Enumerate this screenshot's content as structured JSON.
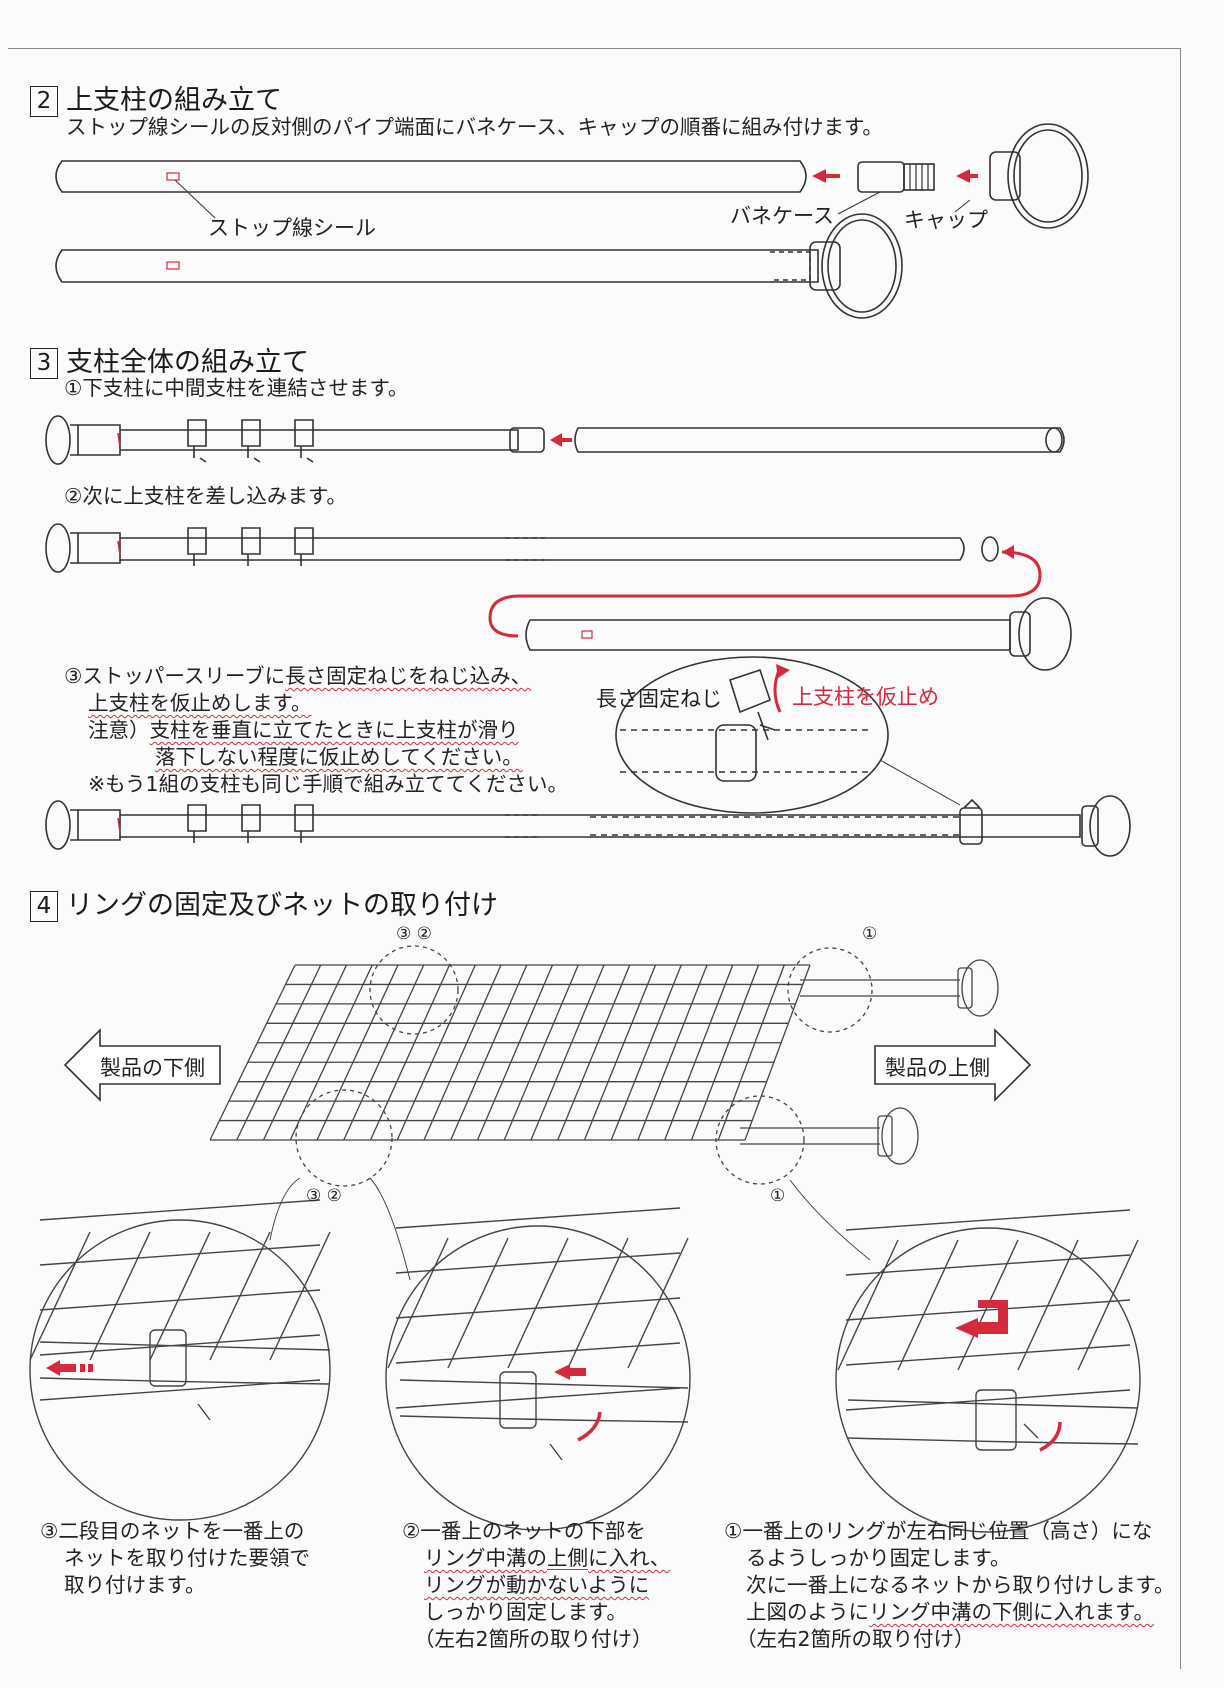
{
  "section2": {
    "number": "2",
    "title": "上支柱の組み立て",
    "desc": "ストップ線シールの反対側のパイプ端面にバネケース、キャップの順番に組み付けます。",
    "label_seal": "ストップ線シール",
    "label_spring": "バネケース",
    "label_cap": "キャップ"
  },
  "section3": {
    "number": "3",
    "title": "支柱全体の組み立て",
    "step1": "①下支柱に中間支柱を連結させます。",
    "step2": "②次に上支柱を差し込みます。",
    "step3_line1_a": "③ストッパースリーブに",
    "step3_line1_b": "長さ固定ねじをねじ込み、",
    "step3_line2": "上支柱を仮止めします。",
    "note_line1_a": "注意）",
    "note_line1_b": "支柱を垂直に立てたときに上支柱が滑り",
    "note_line2": "落下しない程度に仮止めしてください。",
    "note_line3": "※もう1組の支柱も同じ手順で組み立ててください。",
    "label_screw": "長さ固定ねじ",
    "label_tempfix": "上支柱を仮止め"
  },
  "section4": {
    "number": "4",
    "title": "リングの固定及びネットの取り付け",
    "label_bottom": "製品の下側",
    "label_top": "製品の上側",
    "marker_32": "③ ②",
    "marker_1": "①",
    "cap3_line1": "③二段目のネットを一番上の",
    "cap3_line2": "ネットを取り付けた要領で",
    "cap3_line3": "取り付けます。",
    "cap2_line1": "②一番上のネットの下部を",
    "cap2_line2_a": "リング中溝の",
    "cap2_line2_b": "上側",
    "cap2_line2_c": "に入れ、",
    "cap2_line3": "リングが動かないように",
    "cap2_line4": "しっかり固定します。",
    "cap2_line5": "（左右2箇所の取り付け）",
    "cap1_line1": "①一番上のリングが左右同じ位置（高さ）にな",
    "cap1_line2": "るようしっかり固定します。",
    "cap1_line3": "次に一番上になるネットから取り付けします。",
    "cap1_line4_a": "上図のように",
    "cap1_line4_b": "リング中溝の下側に入れます。",
    "cap1_line5": "（左右2箇所の取り付け）"
  },
  "colors": {
    "accent_red": "#d42a3c",
    "line": "#333333"
  }
}
